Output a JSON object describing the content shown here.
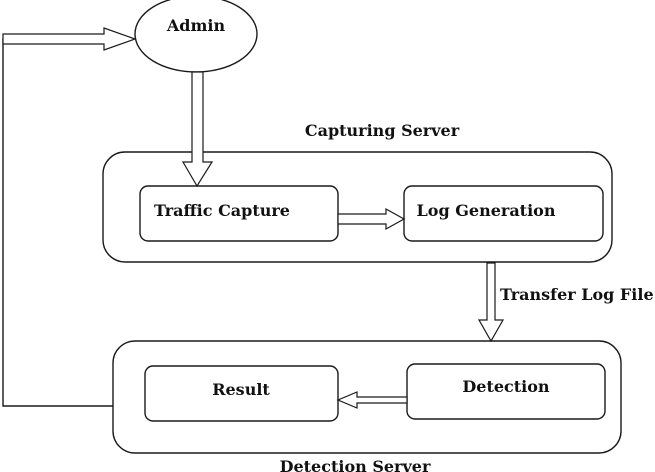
{
  "nodes": {
    "admin": "Admin",
    "traffic_capture": "Traffic Capture",
    "log_generation": "Log Generation",
    "detection": "Detection",
    "result": "Result"
  },
  "groups": {
    "capturing_server": "Capturing Server",
    "detection_server": "Detection Server"
  },
  "edges": {
    "transfer": "Transfer Log File"
  }
}
